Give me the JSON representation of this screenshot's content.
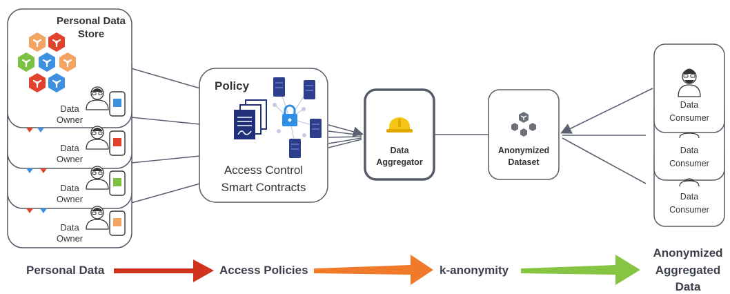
{
  "store": {
    "title": "Personal Data Store"
  },
  "owners": [
    {
      "label": "Data Owner",
      "cube_color": "#3d8fe0"
    },
    {
      "label": "Data Owner",
      "cube_color": "#e0422b"
    },
    {
      "label": "Data Owner",
      "cube_color": "#7cc242"
    },
    {
      "label": "Data Owner",
      "cube_color": "#f2a463"
    }
  ],
  "policy": {
    "title": "Policy",
    "subtitle_line1": "Access Control",
    "subtitle_line2": "Smart Contracts"
  },
  "aggregator": {
    "line1": "Data",
    "line2": "Aggregator"
  },
  "dataset": {
    "line1": "Anonymized",
    "line2": "Dataset"
  },
  "consumers": [
    {
      "line1": "Data",
      "line2": "Consumer"
    },
    {
      "line1": "Data",
      "line2": "Consumer"
    },
    {
      "line1": "Data",
      "line2": "Consumer"
    }
  ],
  "flow": {
    "steps": [
      "Personal Data",
      "Access Policies",
      "k-anonymity"
    ],
    "final_line1": "Anonymized",
    "final_line2": "Aggregated",
    "final_line3": "Data",
    "arrow_colors": [
      "#d0321d",
      "#f07a2a",
      "#86c443"
    ]
  },
  "colors": {
    "line": "#5a6170",
    "box_border": "#555b66",
    "hex_red": "#e0422b",
    "hex_orange": "#f2a463",
    "hex_blue": "#3d8fe0",
    "hex_green": "#7cc242",
    "server": "#2c3e8c",
    "lock": "#2d8fe6",
    "helmet": "#f5c518"
  }
}
